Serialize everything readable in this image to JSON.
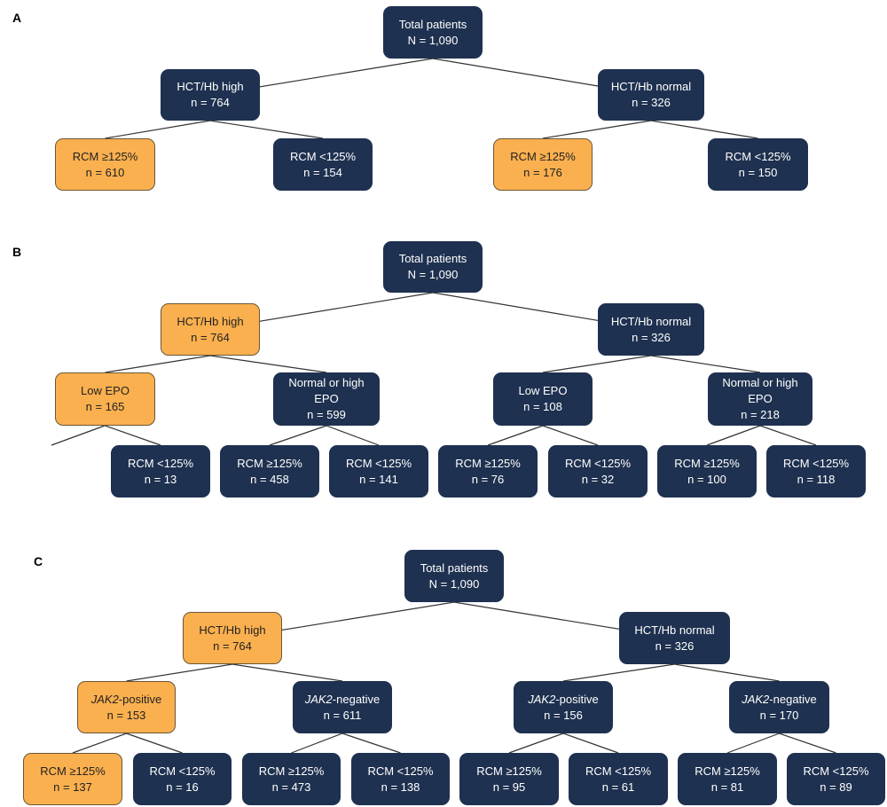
{
  "colors": {
    "navy": "#1f3150",
    "orange": "#fbb04f",
    "line": "#333333"
  },
  "panels": [
    {
      "label": "A",
      "nodes": [
        {
          "id": "tA",
          "lines": [
            "Total patients"
          ],
          "n": "N = 1,090",
          "color": "navy"
        },
        {
          "id": "hA",
          "lines": [
            "HCT/Hb high"
          ],
          "n": "n = 764",
          "color": "navy"
        },
        {
          "id": "nA",
          "lines": [
            "HCT/Hb normal"
          ],
          "n": "n = 326",
          "color": "navy"
        },
        {
          "id": "a1",
          "lines": [
            "RCM ≥125%"
          ],
          "n": "n = 610",
          "color": "orange"
        },
        {
          "id": "a2",
          "lines": [
            "RCM <125%"
          ],
          "n": "n = 154",
          "color": "navy"
        },
        {
          "id": "a3",
          "lines": [
            "RCM ≥125%"
          ],
          "n": "n = 176",
          "color": "orange"
        },
        {
          "id": "a4",
          "lines": [
            "RCM <125%"
          ],
          "n": "n = 150",
          "color": "navy"
        }
      ],
      "edges": [
        [
          "tA",
          "hA"
        ],
        [
          "tA",
          "nA"
        ],
        [
          "hA",
          "a1"
        ],
        [
          "hA",
          "a2"
        ],
        [
          "nA",
          "a3"
        ],
        [
          "nA",
          "a4"
        ]
      ]
    },
    {
      "label": "B",
      "nodes": [
        {
          "id": "tB",
          "lines": [
            "Total patients"
          ],
          "n": "N = 1,090",
          "color": "navy"
        },
        {
          "id": "hB",
          "lines": [
            "HCT/Hb high"
          ],
          "n": "n = 764",
          "color": "orange"
        },
        {
          "id": "nB",
          "lines": [
            "HCT/Hb normal"
          ],
          "n": "n = 326",
          "color": "navy"
        },
        {
          "id": "b1",
          "lines": [
            "Low EPO"
          ],
          "n": "n = 165",
          "color": "orange"
        },
        {
          "id": "b2",
          "lines": [
            "Normal or high",
            "EPO"
          ],
          "n": "n = 599",
          "color": "navy"
        },
        {
          "id": "b3",
          "lines": [
            "Low EPO"
          ],
          "n": "n = 108",
          "color": "navy"
        },
        {
          "id": "b4",
          "lines": [
            "Normal or high",
            "EPO"
          ],
          "n": "n = 218",
          "color": "navy"
        },
        {
          "id": "b5",
          "lines": [
            "RCM <125%"
          ],
          "n": "n = 13",
          "color": "navy"
        },
        {
          "id": "b6",
          "lines": [
            "RCM ≥125%"
          ],
          "n": "n = 458",
          "color": "navy"
        },
        {
          "id": "b7",
          "lines": [
            "RCM <125%"
          ],
          "n": "n = 141",
          "color": "navy"
        },
        {
          "id": "b8",
          "lines": [
            "RCM ≥125%"
          ],
          "n": "n = 76",
          "color": "navy"
        },
        {
          "id": "b9",
          "lines": [
            "RCM <125%"
          ],
          "n": "n = 32",
          "color": "navy"
        },
        {
          "id": "b10",
          "lines": [
            "RCM ≥125%"
          ],
          "n": "n = 100",
          "color": "navy"
        },
        {
          "id": "b11",
          "lines": [
            "RCM <125%"
          ],
          "n": "n = 118",
          "color": "navy"
        }
      ],
      "edges": [
        [
          "tB",
          "hB"
        ],
        [
          "tB",
          "nB"
        ],
        [
          "hB",
          "b1"
        ],
        [
          "hB",
          "b2"
        ],
        [
          "nB",
          "b3"
        ],
        [
          "nB",
          "b4"
        ],
        [
          "b1",
          "b5"
        ],
        [
          "b2",
          "b6"
        ],
        [
          "b2",
          "b7"
        ],
        [
          "b3",
          "b8"
        ],
        [
          "b3",
          "b9"
        ],
        [
          "b4",
          "b10"
        ],
        [
          "b4",
          "b11"
        ]
      ]
    },
    {
      "label": "C",
      "nodes": [
        {
          "id": "tC",
          "lines": [
            "Total patients"
          ],
          "n": "N = 1,090",
          "color": "navy"
        },
        {
          "id": "hC",
          "lines": [
            "HCT/Hb high"
          ],
          "n": "n = 764",
          "color": "orange"
        },
        {
          "id": "nC",
          "lines": [
            "HCT/Hb normal"
          ],
          "n": "n = 326",
          "color": "navy"
        },
        {
          "id": "c1",
          "italic": "JAK2",
          "lines": [
            "-positive"
          ],
          "n": "n = 153",
          "color": "orange"
        },
        {
          "id": "c2",
          "italic": "JAK2",
          "lines": [
            "-negative"
          ],
          "n": "n = 611",
          "color": "navy"
        },
        {
          "id": "c3",
          "italic": "JAK2",
          "lines": [
            "-positive"
          ],
          "n": "n = 156",
          "color": "navy"
        },
        {
          "id": "c4",
          "italic": "JAK2",
          "lines": [
            "-negative"
          ],
          "n": "n = 170",
          "color": "navy"
        },
        {
          "id": "c5",
          "lines": [
            "RCM ≥125%"
          ],
          "n": "n = 137",
          "color": "orange"
        },
        {
          "id": "c6",
          "lines": [
            "RCM <125%"
          ],
          "n": "n = 16",
          "color": "navy"
        },
        {
          "id": "c7",
          "lines": [
            "RCM ≥125%"
          ],
          "n": "n = 473",
          "color": "navy"
        },
        {
          "id": "c8",
          "lines": [
            "RCM <125%"
          ],
          "n": "n = 138",
          "color": "navy"
        },
        {
          "id": "c9",
          "lines": [
            "RCM ≥125%"
          ],
          "n": "n = 95",
          "color": "navy"
        },
        {
          "id": "c10",
          "lines": [
            "RCM <125%"
          ],
          "n": "n = 61",
          "color": "navy"
        },
        {
          "id": "c11",
          "lines": [
            "RCM ≥125%"
          ],
          "n": "n = 81",
          "color": "navy"
        },
        {
          "id": "c12",
          "lines": [
            "RCM <125%"
          ],
          "n": "n = 89",
          "color": "navy"
        }
      ],
      "edges": [
        [
          "tC",
          "hC"
        ],
        [
          "tC",
          "nC"
        ],
        [
          "hC",
          "c1"
        ],
        [
          "hC",
          "c2"
        ],
        [
          "nC",
          "c3"
        ],
        [
          "nC",
          "c4"
        ],
        [
          "c1",
          "c5"
        ],
        [
          "c1",
          "c6"
        ],
        [
          "c2",
          "c7"
        ],
        [
          "c2",
          "c8"
        ],
        [
          "c3",
          "c9"
        ],
        [
          "c3",
          "c10"
        ],
        [
          "c4",
          "c11"
        ],
        [
          "c4",
          "c12"
        ]
      ]
    }
  ]
}
